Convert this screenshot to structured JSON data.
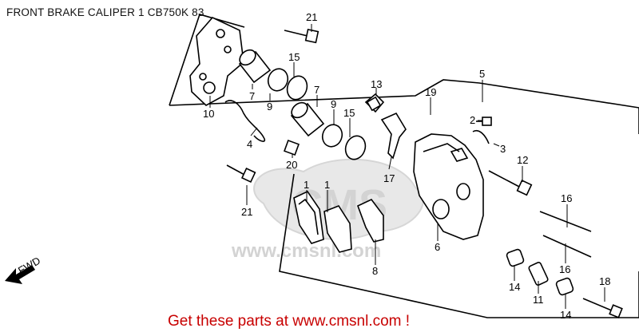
{
  "title": "FRONT BRAKE CALIPER 1 CB750K 83",
  "footer": "Get these parts at www.cmsnl.com !",
  "watermark": {
    "logo_text": "CMS",
    "url_text": "www.cmsnl.com"
  },
  "orientation_label": "FWD",
  "callouts": [
    {
      "id": "c21a",
      "label": "21"
    },
    {
      "id": "c7a",
      "label": "7"
    },
    {
      "id": "c15a",
      "label": "15"
    },
    {
      "id": "c9a",
      "label": "9"
    },
    {
      "id": "c10",
      "label": "10"
    },
    {
      "id": "c13",
      "label": "13"
    },
    {
      "id": "c19",
      "label": "19"
    },
    {
      "id": "c5",
      "label": "5"
    },
    {
      "id": "c7b",
      "label": "7"
    },
    {
      "id": "c9b",
      "label": "9"
    },
    {
      "id": "c15b",
      "label": "15"
    },
    {
      "id": "c2",
      "label": "2"
    },
    {
      "id": "c3",
      "label": "3"
    },
    {
      "id": "c4",
      "label": "4"
    },
    {
      "id": "c20",
      "label": "20"
    },
    {
      "id": "c17",
      "label": "17"
    },
    {
      "id": "c12",
      "label": "12"
    },
    {
      "id": "c21b",
      "label": "21"
    },
    {
      "id": "c1a",
      "label": "1"
    },
    {
      "id": "c1b",
      "label": "1"
    },
    {
      "id": "c16a",
      "label": "16"
    },
    {
      "id": "c16b",
      "label": "16"
    },
    {
      "id": "c6",
      "label": "6"
    },
    {
      "id": "c8",
      "label": "8"
    },
    {
      "id": "c18",
      "label": "18"
    },
    {
      "id": "c14a",
      "label": "14"
    },
    {
      "id": "c11",
      "label": "11"
    },
    {
      "id": "c14b",
      "label": "14"
    }
  ],
  "colors": {
    "line": "#000000",
    "footer": "#c80000",
    "watermark": "#cfcfcf"
  }
}
